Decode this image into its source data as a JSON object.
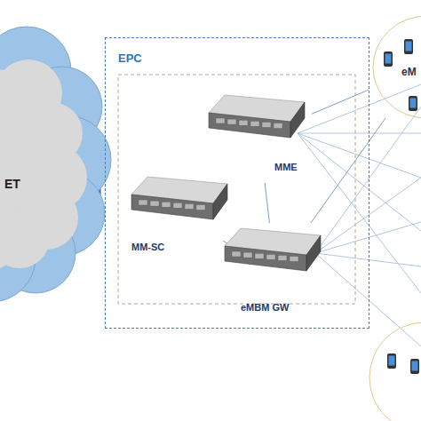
{
  "diagram": {
    "nodes": [
      {
        "text": [
          "ET"
        ]
      },
      {
        "text": [
          "EPC"
        ]
      },
      {
        "text": [
          "MM-SC"
        ],
        "in": 1
      },
      {
        "text": [
          "MME"
        ],
        "in": 1
      },
      {
        "text": [
          "eMBM GW"
        ],
        "in": 1
      },
      {
        "text": [
          "eM"
        ]
      }
    ],
    "edges": [
      {
        "from": 2,
        "to": 4,
        "arrow": "none"
      },
      {
        "from": 3,
        "to": 4,
        "arrow": "none"
      },
      {
        "from": 3,
        "to": 5,
        "arrow": "none"
      },
      {
        "from": 4,
        "to": 5,
        "arrow": "none"
      }
    ]
  }
}
